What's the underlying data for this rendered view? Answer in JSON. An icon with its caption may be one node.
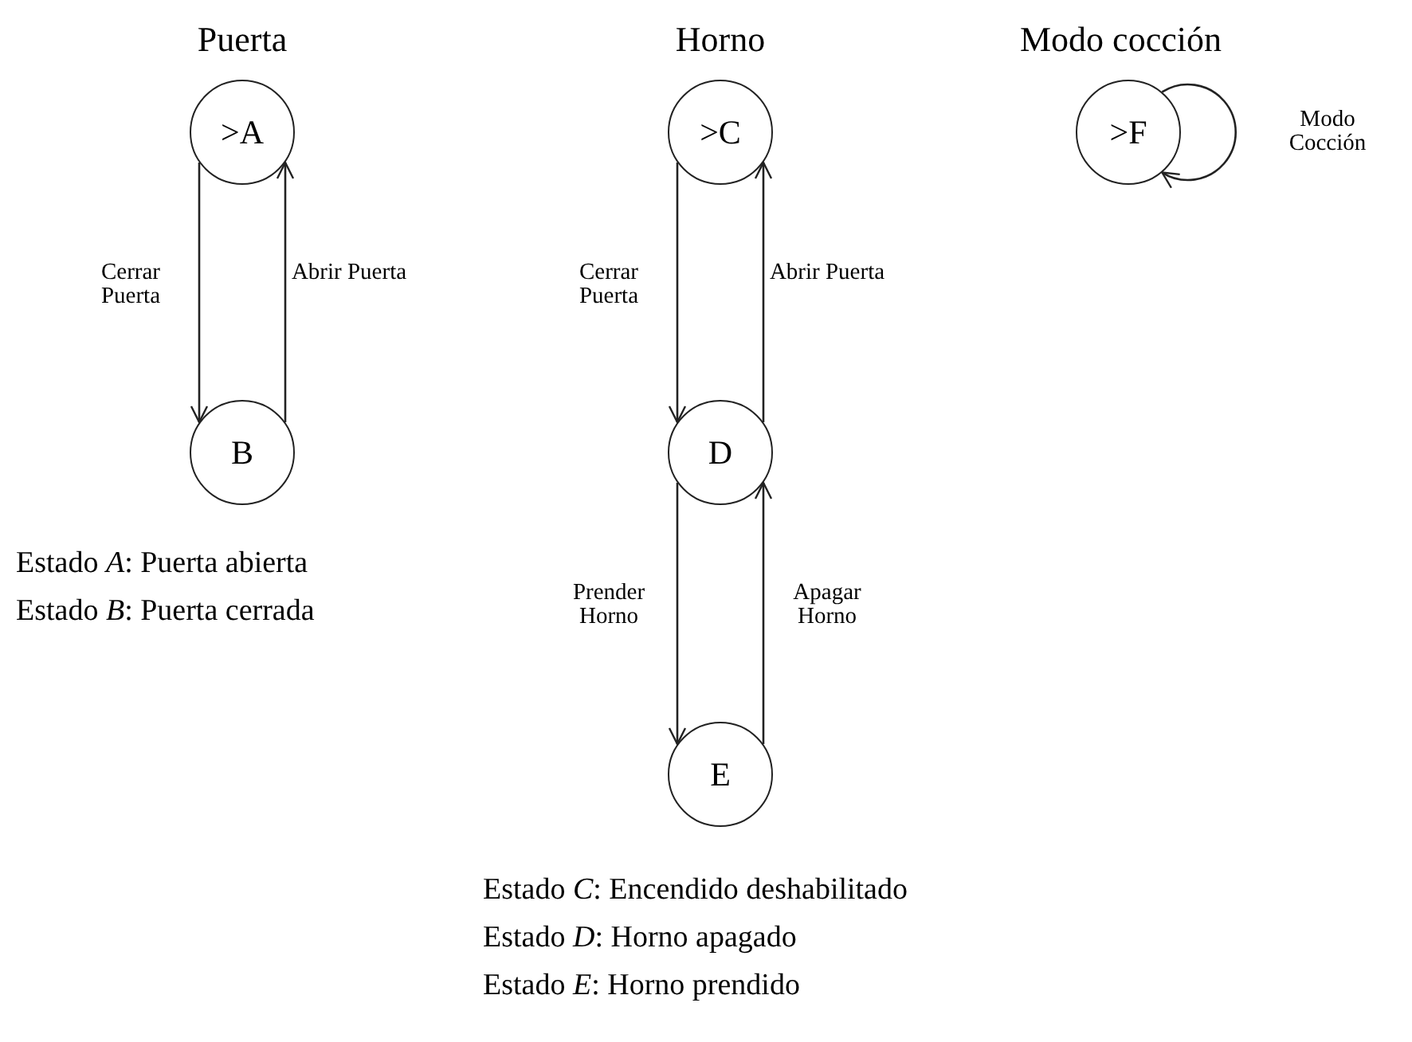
{
  "diagram": {
    "nodes": [
      {
        "text": [
          ">A"
        ]
      },
      {
        "text": [
          "B"
        ]
      },
      {
        "text": [
          ">C"
        ]
      },
      {
        "text": [
          "D"
        ]
      },
      {
        "text": [
          "E"
        ]
      },
      {
        "text": [
          ">F"
        ]
      }
    ],
    "edges": [
      {
        "from": 0,
        "to": 1,
        "arrow": "to",
        "label": "Cerrar Puerta"
      },
      {
        "from": 1,
        "to": 0,
        "arrow": "to",
        "label": "Abrir Puerta"
      },
      {
        "from": 2,
        "to": 3,
        "arrow": "to",
        "label": "Cerrar Puerta"
      },
      {
        "from": 3,
        "to": 2,
        "arrow": "to",
        "label": "Abrir Puerta"
      },
      {
        "from": 3,
        "to": 4,
        "arrow": "to",
        "label": "Prender Horno"
      },
      {
        "from": 4,
        "to": 3,
        "arrow": "to",
        "label": "Apagar Horno"
      },
      {
        "from": 5,
        "to": 5,
        "arrow": "to",
        "label": "Modo Cocción"
      }
    ],
    "labels": [
      "Puerta",
      "Horno",
      "Modo cocción",
      "Estado *A*: Puerta abierta",
      "Estado *B*: Puerta cerrada",
      "Estado *C*: Encendido deshabilitado",
      "Estado *D*: Horno apagado",
      "Estado *E*: Horno prendido"
    ]
  }
}
